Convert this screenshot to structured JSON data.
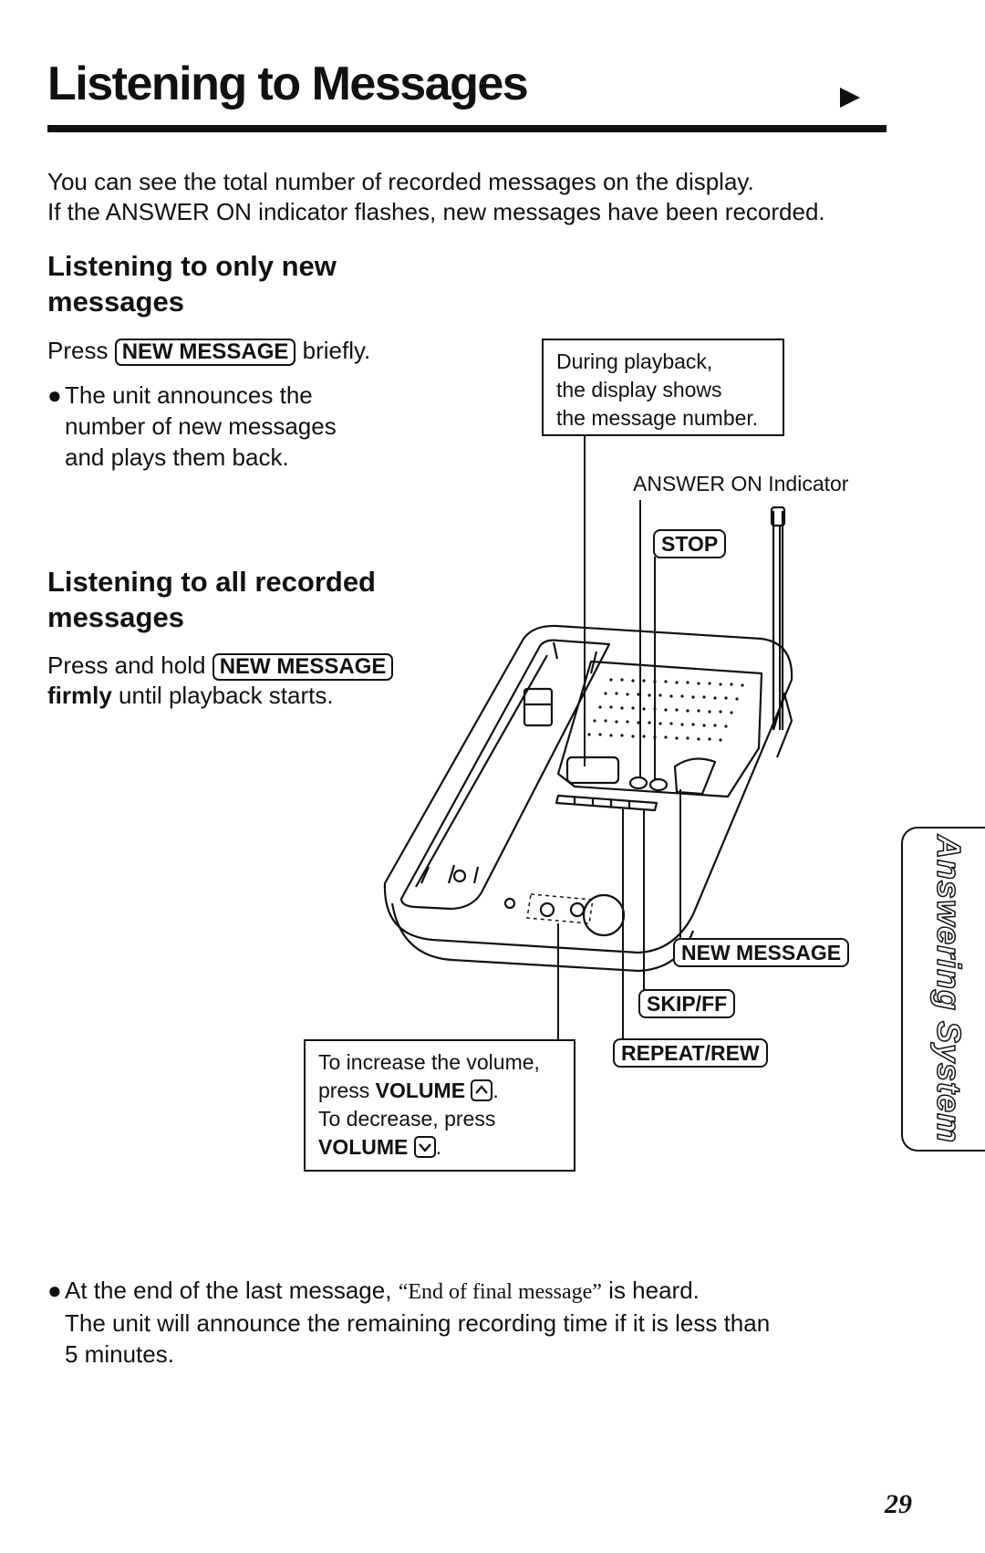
{
  "header": {
    "title": "Listening to Messages"
  },
  "intro": {
    "line1": "You can see the total number of recorded messages on the display.",
    "line2": "If the ANSWER ON indicator flashes, new messages have been recorded."
  },
  "section_new": {
    "heading_line1": "Listening to only new",
    "heading_line2": "messages",
    "press": "Press",
    "key": "NEW MESSAGE",
    "briefly": "briefly.",
    "bullet_line1": "The unit announces the",
    "bullet_line2": "number of new messages",
    "bullet_line3": "and plays them back."
  },
  "section_all": {
    "heading_line1": "Listening to all recorded",
    "heading_line2": "messages",
    "press_hold": "Press and hold",
    "key": "NEW MESSAGE",
    "firmly": "firmly",
    "until": "until playback starts."
  },
  "diagram": {
    "display_callout_line1": "During playback,",
    "display_callout_line2": "the display shows",
    "display_callout_line3": "the message number.",
    "answer_on_label": "ANSWER ON Indicator",
    "stop_key": "STOP",
    "new_message_key": "NEW MESSAGE",
    "skip_key": "SKIP/FF",
    "repeat_key": "REPEAT/REW",
    "volume_line1": "To increase the volume,",
    "volume_press": "press",
    "volume_bold1": "VOLUME",
    "volume_line3": "To decrease, press",
    "volume_bold2": "VOLUME"
  },
  "footer_note": {
    "prefix": "At the end of the last message,",
    "quote": "“End of final message”",
    "suffix": "is heard.",
    "line2": "The unit will announce the remaining recording time if it is less than",
    "line3": "5 minutes."
  },
  "side_tab": {
    "label": "Answering System"
  },
  "page": {
    "number": "29"
  }
}
